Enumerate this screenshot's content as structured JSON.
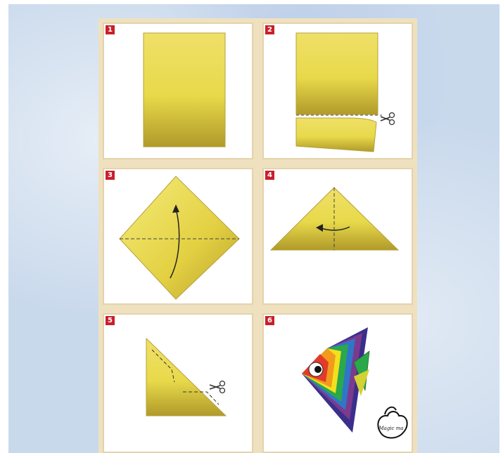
{
  "steps": [
    {
      "number": "1"
    },
    {
      "number": "2"
    },
    {
      "number": "3"
    },
    {
      "number": "4"
    },
    {
      "number": "5"
    },
    {
      "number": "6"
    }
  ],
  "colors": {
    "paper_light": "#f3e86a",
    "paper_mid": "#e3cf3a",
    "paper_dark": "#a8922a",
    "frame": "#efe1bf",
    "number_badge": "#c8202b",
    "background": "#c9d9ec"
  },
  "icons": [
    "scissors-icon",
    "fold-arrow-icon",
    "fish-icon",
    "logo-stamp"
  ],
  "logo_text": "Magic ma"
}
